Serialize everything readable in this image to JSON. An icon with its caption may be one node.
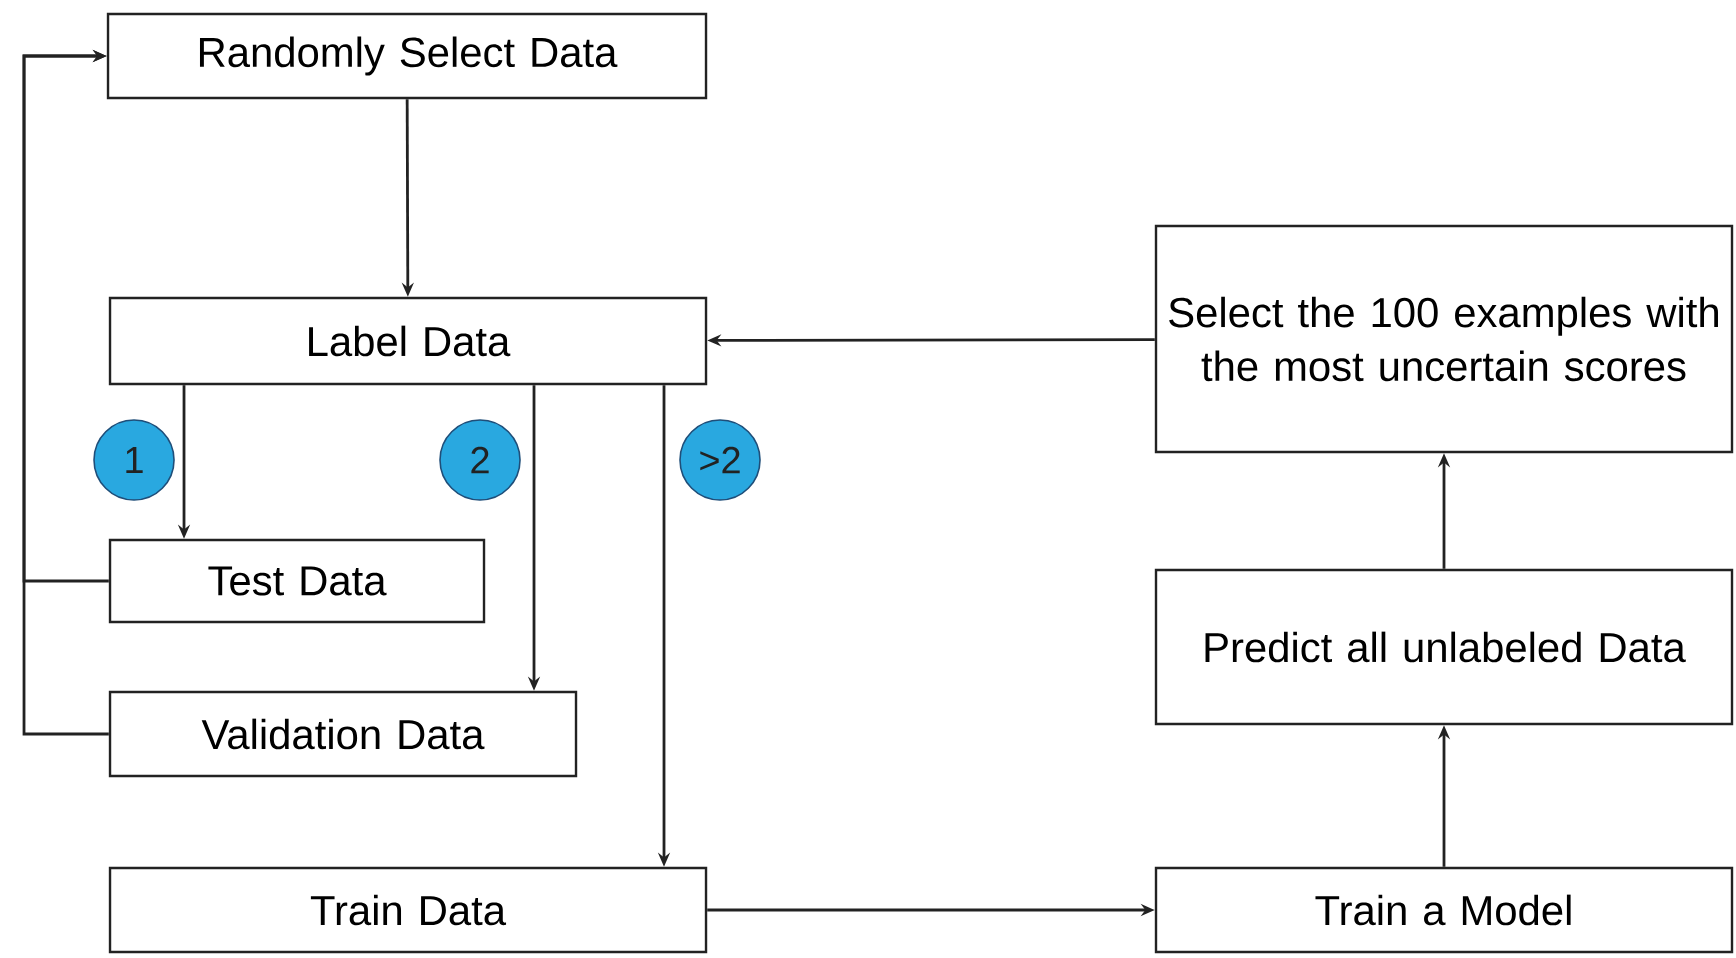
{
  "diagram": {
    "nodes": [
      {
        "text": [
          "Randomly Select Data"
        ]
      },
      {
        "text": [
          "Label Data"
        ]
      },
      {
        "text": [
          "Select the 100 examples with the most uncertain scores"
        ]
      },
      {
        "text": [
          "1"
        ]
      },
      {
        "text": [
          "2"
        ]
      },
      {
        "text": [
          ">2"
        ]
      },
      {
        "text": [
          "Test Data"
        ]
      },
      {
        "text": [
          "Predict all unlabeled Data"
        ]
      },
      {
        "text": [
          "Validation Data"
        ]
      },
      {
        "text": [
          "Train Data"
        ]
      },
      {
        "text": [
          "Train a Model"
        ]
      }
    ],
    "edges": [
      {
        "from": 0,
        "to": 1,
        "arrow": "to"
      },
      {
        "from": 1,
        "to": 6,
        "arrow": "to"
      },
      {
        "from": 1,
        "to": 8,
        "arrow": "to"
      },
      {
        "from": 1,
        "to": 9,
        "arrow": "to"
      },
      {
        "from": 9,
        "to": 10,
        "arrow": "to"
      },
      {
        "from": 10,
        "to": 7,
        "arrow": "to"
      },
      {
        "from": 7,
        "to": 2,
        "arrow": "to"
      },
      {
        "from": 2,
        "to": 1,
        "arrow": "to"
      },
      {
        "from": 6,
        "to": 0,
        "arrow": "to"
      },
      {
        "from": 8,
        "to": 0,
        "arrow": "to"
      }
    ]
  }
}
